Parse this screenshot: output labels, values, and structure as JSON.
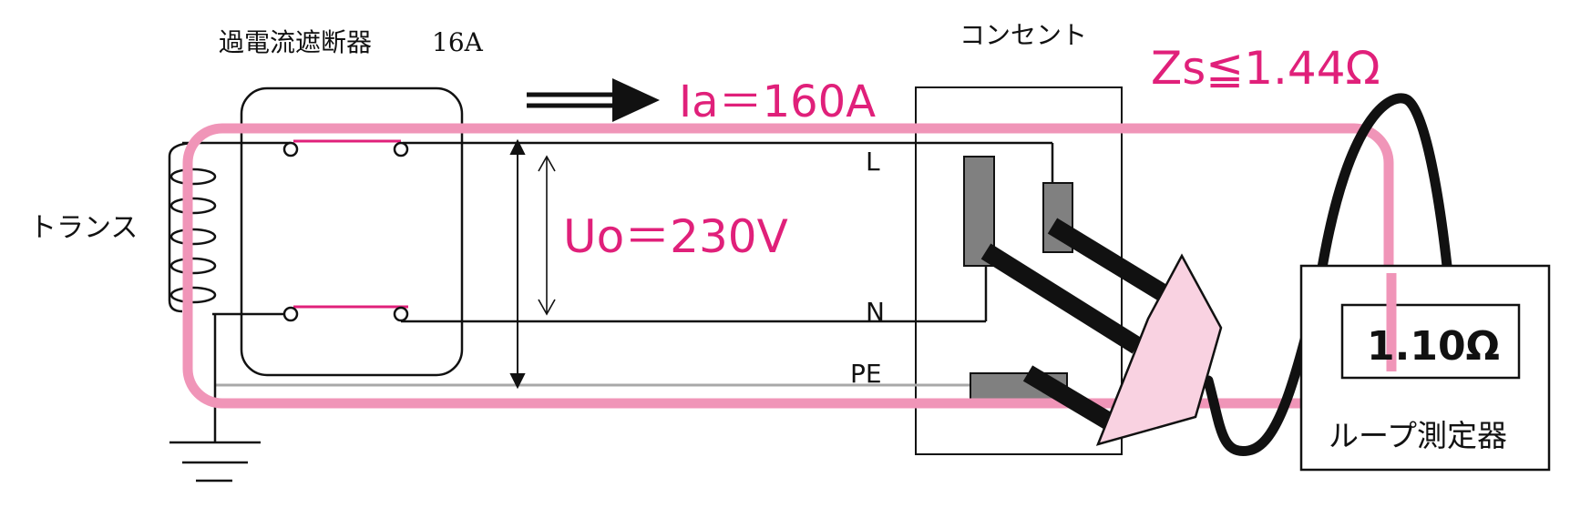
{
  "colors": {
    "accent_magenta": "#e0207a",
    "loop_pink": "#f095b8",
    "plug_fill": "#f9d2e1",
    "terminal_gray": "#808080",
    "line_black": "#111111",
    "pe_line_gray": "#a8a8a8"
  },
  "labels": {
    "breaker": "過電流遮断器",
    "breaker_rating": "16A",
    "outlet": "コンセント",
    "transformer": "トランス",
    "line_l": "L",
    "line_n": "N",
    "line_pe": "PE",
    "current": "Ia＝160A",
    "voltage": "Uo＝230V",
    "impedance_limit": "Zs≦1.44Ω",
    "meter_reading": "1.10Ω",
    "meter_name": "ループ測定器"
  },
  "icons": {
    "flow_arrow": "double-arrow-right-icon",
    "ground": "ground-symbol-icon",
    "coil": "transformer-coil-icon"
  }
}
